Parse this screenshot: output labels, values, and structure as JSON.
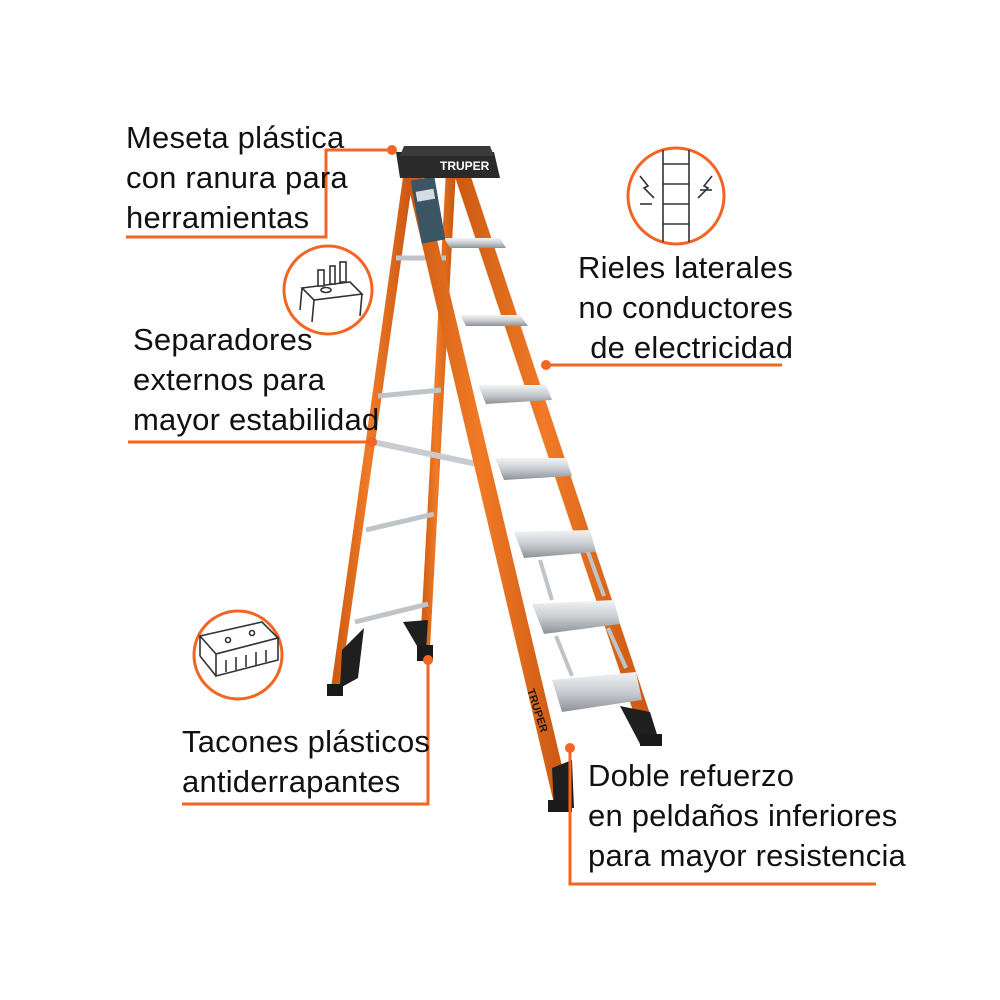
{
  "callouts": {
    "meseta": [
      "Meseta plástica",
      "con ranura para",
      "herramientas"
    ],
    "separadores": [
      "Separadores",
      "externos para",
      "mayor estabilidad"
    ],
    "tacones": [
      "Tacones plásticos",
      "antiderrapantes"
    ],
    "rieles": [
      "Rieles laterales",
      "no conductores",
      "de electricidad"
    ],
    "refuerzo": [
      "Doble refuerzo",
      "en peldaños inferiores",
      "para mayor resistencia"
    ]
  },
  "brand": {
    "name": "TRUPER"
  },
  "colors": {
    "accent": "#f26522",
    "ladder_orange": "#e8701f",
    "ladder_dark": "#b84f10",
    "aluminum": "#cfd3d6",
    "text": "#111111"
  },
  "icons": [
    "tool-tray-icon",
    "non-conductive-rail-icon",
    "anti-slip-foot-icon"
  ]
}
